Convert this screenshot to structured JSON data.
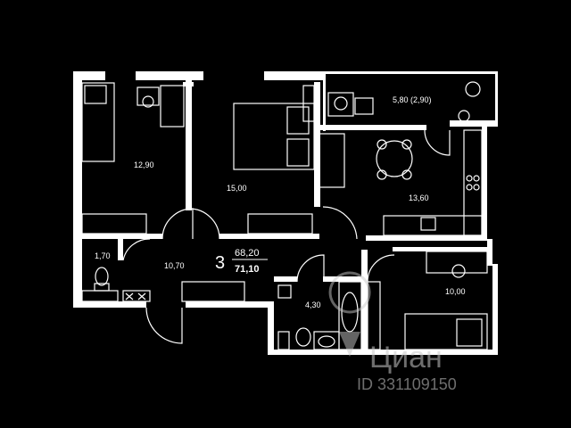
{
  "plan": {
    "rooms_count": "3",
    "living_area": "68,20",
    "total_area": "71,10",
    "rooms": [
      {
        "label": "12,90"
      },
      {
        "label": "15,00"
      },
      {
        "label": "5,80 (2,90)"
      },
      {
        "label": "13,60"
      },
      {
        "label": "1,70"
      },
      {
        "label": "10,70"
      },
      {
        "label": "4,30"
      },
      {
        "label": "10,00"
      }
    ]
  },
  "watermark": {
    "brand": "Циан",
    "id_text": "ID 331109150"
  }
}
